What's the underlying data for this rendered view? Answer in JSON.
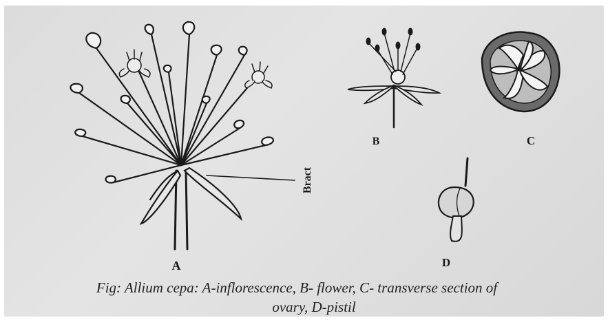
{
  "figure": {
    "labels": {
      "a": "A",
      "b": "B",
      "c": "C",
      "d": "D",
      "bract": "Bract"
    },
    "caption": {
      "line1": "Fig: Allium cepa: A-inflorescence, B- flower, C- transverse section of",
      "line2": "ovary, D-pistil"
    },
    "colors": {
      "ink": "#1a1a1a",
      "paper": "#dedede"
    }
  }
}
